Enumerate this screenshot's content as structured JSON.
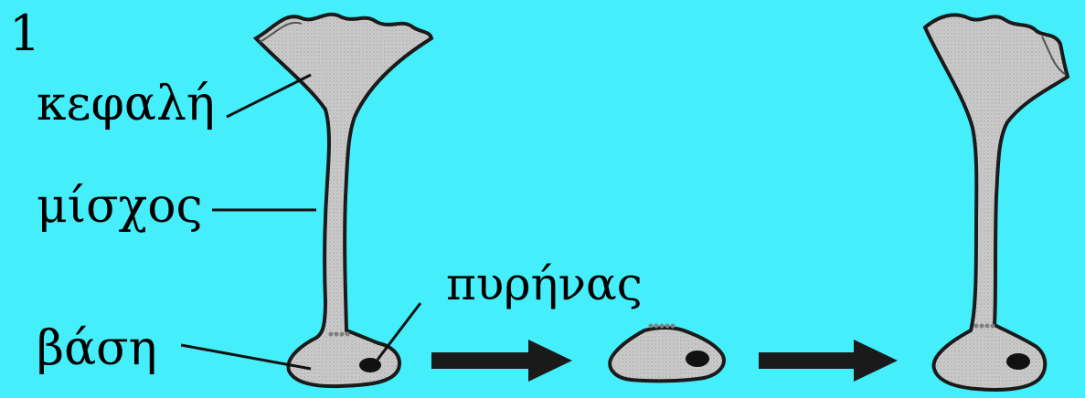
{
  "figure_number": "1",
  "labels": {
    "head": "κεφαλή",
    "stalk": "μίσχος",
    "nucleus": "πυρήνας",
    "base": "βάση"
  },
  "colors": {
    "background": "#45EEFB",
    "cell_fill": "#C9C9C9",
    "outline": "#1A1A1A",
    "arrow": "#1A1A1A"
  }
}
